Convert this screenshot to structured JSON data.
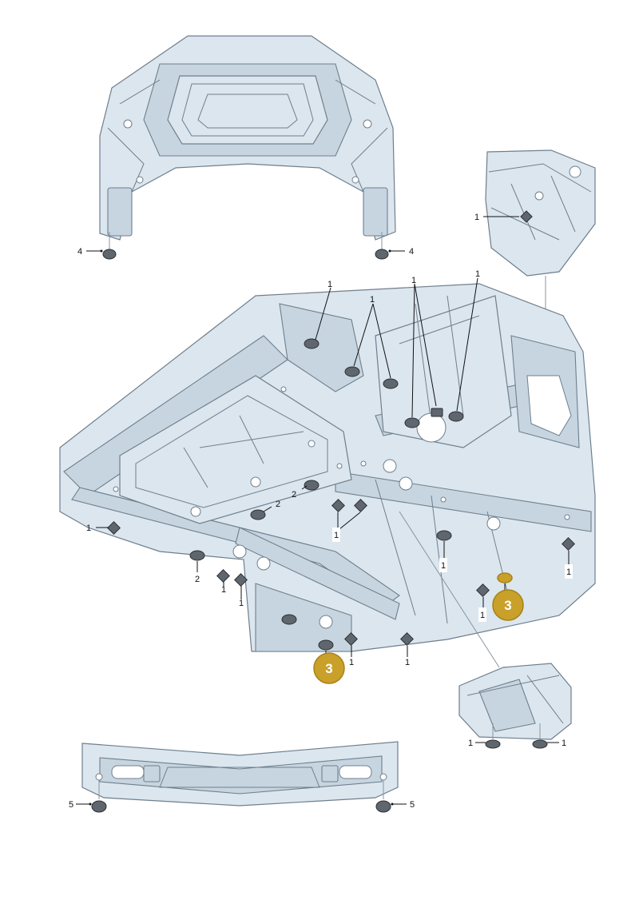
{
  "labels": {
    "hood_left": "4",
    "hood_right": "4",
    "inset_top": "1",
    "top_1a": "1",
    "top_1b": "1",
    "top_1c": "1",
    "top_1d": "1",
    "left_1": "1",
    "mid_2a": "2",
    "mid_2b": "2",
    "low_2": "2",
    "low_1a": "1",
    "low_1b": "1",
    "center_1": "1",
    "right_1a": "1",
    "right_1b": "1",
    "right_1c": "1",
    "bottom_1a": "1",
    "bottom_1b": "1",
    "inset_bottom_left": "1",
    "inset_bottom_right": "1",
    "bumper_left": "5",
    "bumper_right": "5"
  },
  "highlights": {
    "right": "3",
    "bottom": "3"
  },
  "colors": {
    "panel": "#dbe6ef",
    "outline": "#6f7f8c",
    "plug": "#5f666d",
    "highlight": "#c9a02a"
  }
}
